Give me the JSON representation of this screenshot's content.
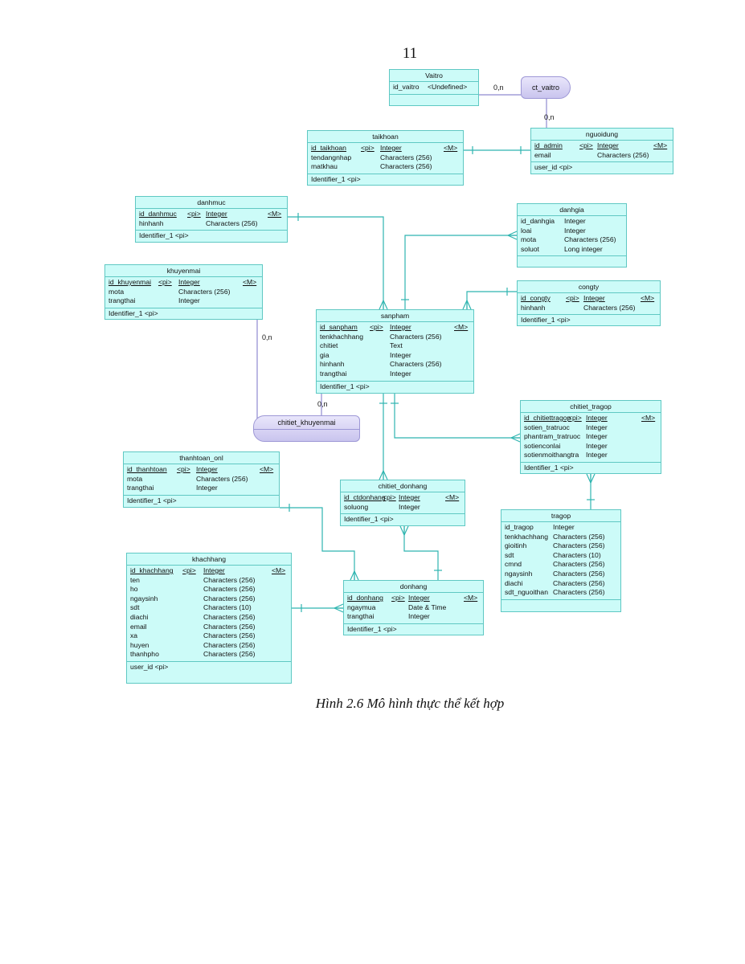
{
  "page_number": "11",
  "caption": "Hình 2.6 Mô hình thực thể kết hợp",
  "entities": {
    "vaitro": {
      "name": "Vaitro",
      "attrs": [
        {
          "name": "id_vaitro",
          "type": "<Undefined>"
        }
      ]
    },
    "taikhoan": {
      "name": "taikhoan",
      "attrs": [
        {
          "name": "id_taikhoan",
          "pi": "<pi>",
          "type": "Integer",
          "m": "<M>"
        },
        {
          "name": "tendangnhap",
          "type": "Characters (256)"
        },
        {
          "name": "matkhau",
          "type": "Characters (256)"
        }
      ],
      "identifiers": [
        "Identifier_1  <pi>"
      ]
    },
    "nguoidung": {
      "name": "nguoidung",
      "attrs": [
        {
          "name": "id_admin",
          "pi": "<pi>",
          "type": "Integer",
          "m": "<M>"
        },
        {
          "name": "email",
          "type": "Characters (256)"
        }
      ],
      "identifiers": [
        "user_id  <pi>"
      ]
    },
    "danhmuc": {
      "name": "danhmuc",
      "attrs": [
        {
          "name": "id_danhmuc",
          "pi": "<pi>",
          "type": "Integer",
          "m": "<M>"
        },
        {
          "name": "hinhanh",
          "type": "Characters (256)"
        }
      ],
      "identifiers": [
        "Identifier_1  <pi>"
      ]
    },
    "danhgia": {
      "name": "danhgia",
      "attrs": [
        {
          "name": "id_danhgia",
          "type": "Integer"
        },
        {
          "name": "loai",
          "type": "Integer"
        },
        {
          "name": "mota",
          "type": "Characters (256)"
        },
        {
          "name": "soluot",
          "type": "Long integer"
        }
      ]
    },
    "khuyenmai": {
      "name": "khuyenmai",
      "attrs": [
        {
          "name": "id_khuyenmai",
          "pi": "<pi>",
          "type": "Integer",
          "m": "<M>"
        },
        {
          "name": "mota",
          "type": "Characters (256)"
        },
        {
          "name": "trangthai",
          "type": "Integer"
        }
      ],
      "identifiers": [
        "Identifier_1  <pi>"
      ]
    },
    "congty": {
      "name": "congty",
      "attrs": [
        {
          "name": "id_congty",
          "pi": "<pi>",
          "type": "Integer",
          "m": "<M>"
        },
        {
          "name": "hinhanh",
          "type": "Characters (256)"
        }
      ],
      "identifiers": [
        "Identifier_1  <pi>"
      ]
    },
    "sanpham": {
      "name": "sanpham",
      "attrs": [
        {
          "name": "id_sanpham",
          "pi": "<pi>",
          "type": "Integer",
          "m": "<M>"
        },
        {
          "name": "tenkhachhang",
          "type": "Characters (256)"
        },
        {
          "name": "chitiet",
          "type": "Text"
        },
        {
          "name": "gia",
          "type": "Integer"
        },
        {
          "name": "hinhanh",
          "type": "Characters (256)"
        },
        {
          "name": "trangthai",
          "type": "Integer"
        }
      ],
      "identifiers": [
        "Identifier_1  <pi>"
      ]
    },
    "chitiet_tragop": {
      "name": "chitiet_tragop",
      "attrs": [
        {
          "name": "id_chitiettragop",
          "pi": "<pi>",
          "type": "Integer",
          "m": "<M>"
        },
        {
          "name": "sotien_tratruoc",
          "type": "Integer"
        },
        {
          "name": "phantram_tratruoc",
          "type": "Integer"
        },
        {
          "name": "sotienconlai",
          "type": "Integer"
        },
        {
          "name": "sotienmoithangtra",
          "type": "Integer"
        }
      ],
      "identifiers": [
        "Identifier_1  <pi>"
      ]
    },
    "thanhtoan_onl": {
      "name": "thanhtoan_onl",
      "attrs": [
        {
          "name": "id_thanhtoan",
          "pi": "<pi>",
          "type": "Integer",
          "m": "<M>"
        },
        {
          "name": "mota",
          "type": "Characters (256)"
        },
        {
          "name": "trangthai",
          "type": "Integer"
        }
      ],
      "identifiers": [
        "Identifier_1  <pi>"
      ]
    },
    "chitiet_donhang": {
      "name": "chitiet_donhang",
      "attrs": [
        {
          "name": "id_ctdonhang",
          "pi": "<pi>",
          "type": "Integer",
          "m": "<M>"
        },
        {
          "name": "soluong",
          "type": "Integer"
        }
      ],
      "identifiers": [
        "Identifier_1  <pi>"
      ]
    },
    "tragop": {
      "name": "tragop",
      "attrs": [
        {
          "name": "id_tragop",
          "type": "Integer"
        },
        {
          "name": "tenkhachhang",
          "type": "Characters (256)"
        },
        {
          "name": "gioitinh",
          "type": "Characters (256)"
        },
        {
          "name": "sdt",
          "type": "Characters (10)"
        },
        {
          "name": "cmnd",
          "type": "Characters (256)"
        },
        {
          "name": "ngaysinh",
          "type": "Characters (256)"
        },
        {
          "name": "diachi",
          "type": "Characters (256)"
        },
        {
          "name": "sdt_nguoithan",
          "type": "Characters (256)"
        }
      ]
    },
    "khachhang": {
      "name": "khachhang",
      "attrs": [
        {
          "name": "id_khachhang",
          "pi": "<pi>",
          "type": "Integer",
          "m": "<M>"
        },
        {
          "name": "ten",
          "type": "Characters (256)"
        },
        {
          "name": "ho",
          "type": "Characters (256)"
        },
        {
          "name": "ngaysinh",
          "type": "Characters (256)"
        },
        {
          "name": "sdt",
          "type": "Characters (10)"
        },
        {
          "name": "diachi",
          "type": "Characters (256)"
        },
        {
          "name": "email",
          "type": "Characters (256)"
        },
        {
          "name": "xa",
          "type": "Characters (256)"
        },
        {
          "name": "huyen",
          "type": "Characters (256)"
        },
        {
          "name": "thanhpho",
          "type": "Characters (256)"
        }
      ],
      "identifiers": [
        "user_id  <pi>"
      ]
    },
    "donhang": {
      "name": "donhang",
      "attrs": [
        {
          "name": "id_donhang",
          "pi": "<pi>",
          "type": "Integer",
          "m": "<M>"
        },
        {
          "name": "ngaymua",
          "type": "Date & Time"
        },
        {
          "name": "trangthai",
          "type": "Integer"
        }
      ],
      "identifiers": [
        "Identifier_1  <pi>"
      ]
    }
  },
  "relationships": {
    "ct_vaitro": {
      "name": "ct_vaitro"
    },
    "chitiet_khuyenmai": {
      "name": "chitiet_khuyenmai"
    }
  },
  "cardinalities": {
    "vaitro_ct": "0,n",
    "ct_nguoidung": "0,n",
    "khuyenmai_ct": "0,n",
    "sanpham_ct": "0,n"
  },
  "colors": {
    "entity_fill": "#ccfbf8",
    "entity_border": "#5fc8c3",
    "link": "#2fb5b0",
    "relationship_fill": "#d8d4f5",
    "relationship_link": "#8f8ad0"
  }
}
